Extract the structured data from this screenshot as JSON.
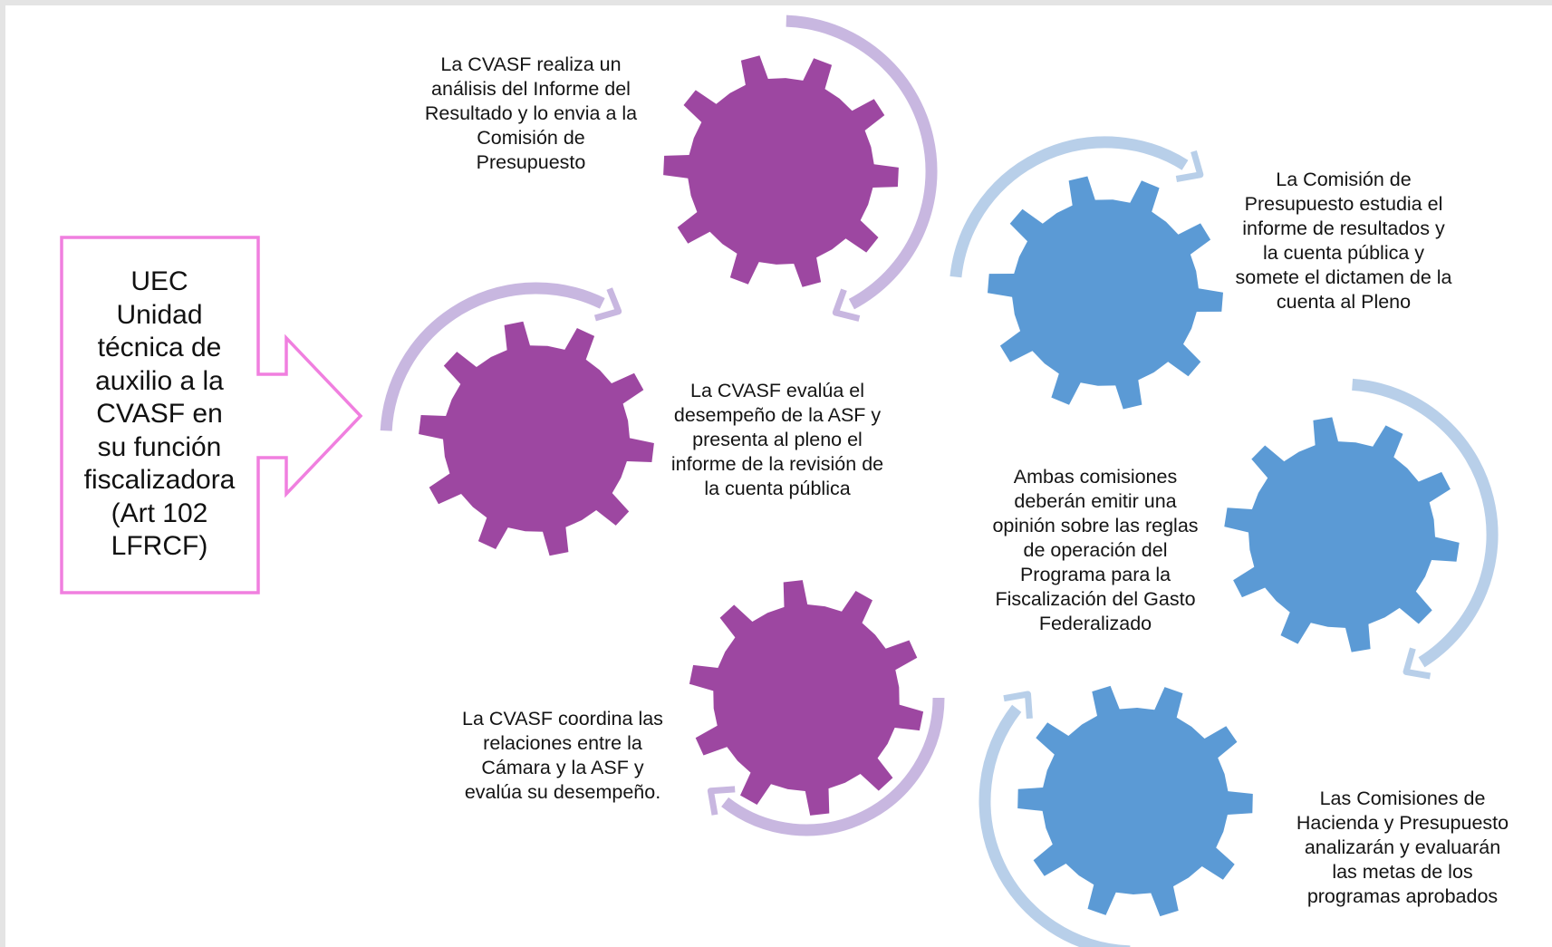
{
  "colors": {
    "purple_gear": "#9d47a1",
    "blue_gear": "#5b9ad5",
    "purple_arc": "#c8b7e0",
    "blue_arc": "#b8cfe9",
    "arrow_outline": "#f07fdf"
  },
  "uec_label": "UEC\nUnidad\ntécnica de\nauxilio a la\nCVASF en\nsu función\nfiscalizadora\n(Art 102\nLFRCF)",
  "gears": [
    {
      "id": "gear-top-purple",
      "color": "purple",
      "icon": "gear-icon",
      "arc": "clockwise-right"
    },
    {
      "id": "gear-mid-purple",
      "color": "purple",
      "icon": "gear-icon",
      "arc": "clockwise-top-left"
    },
    {
      "id": "gear-bottom-purple",
      "color": "purple",
      "icon": "gear-icon",
      "arc": "counterclockwise-bottom"
    },
    {
      "id": "gear-top-blue",
      "color": "blue",
      "icon": "gear-icon",
      "arc": "clockwise-top-left"
    },
    {
      "id": "gear-mid-blue",
      "color": "blue",
      "icon": "gear-icon",
      "arc": "clockwise-right"
    },
    {
      "id": "gear-bottom-blue",
      "color": "blue",
      "icon": "gear-icon",
      "arc": "counterclockwise-left"
    }
  ],
  "labels": {
    "top_purple": "La CVASF realiza un\nanálisis del Informe del\nResultado y lo envia a la\nComisión de\nPresupuesto",
    "mid_purple": "La CVASF evalúa el\ndesempeño de la ASF y\npresenta al pleno el\ninforme de la revisión de\nla cuenta pública",
    "bottom_purple": "La CVASF coordina las\nrelaciones entre la\nCámara y la ASF y\nevalúa su desempeño.",
    "top_blue": "La Comisión de\nPresupuesto estudia el\ninforme de resultados y\nla cuenta pública y\nsomete el dictamen de la\ncuenta al Pleno",
    "mid_blue": "Ambas comisiones\ndeberán emitir una\nopinión sobre las reglas\nde operación del\nPrograma para la\nFiscalización del Gasto\nFederalizado",
    "bottom_blue": "Las Comisiones de\nHacienda y Presupuesto\nanalizarán y evaluarán\nlas metas de los\nprogramas aprobados"
  }
}
